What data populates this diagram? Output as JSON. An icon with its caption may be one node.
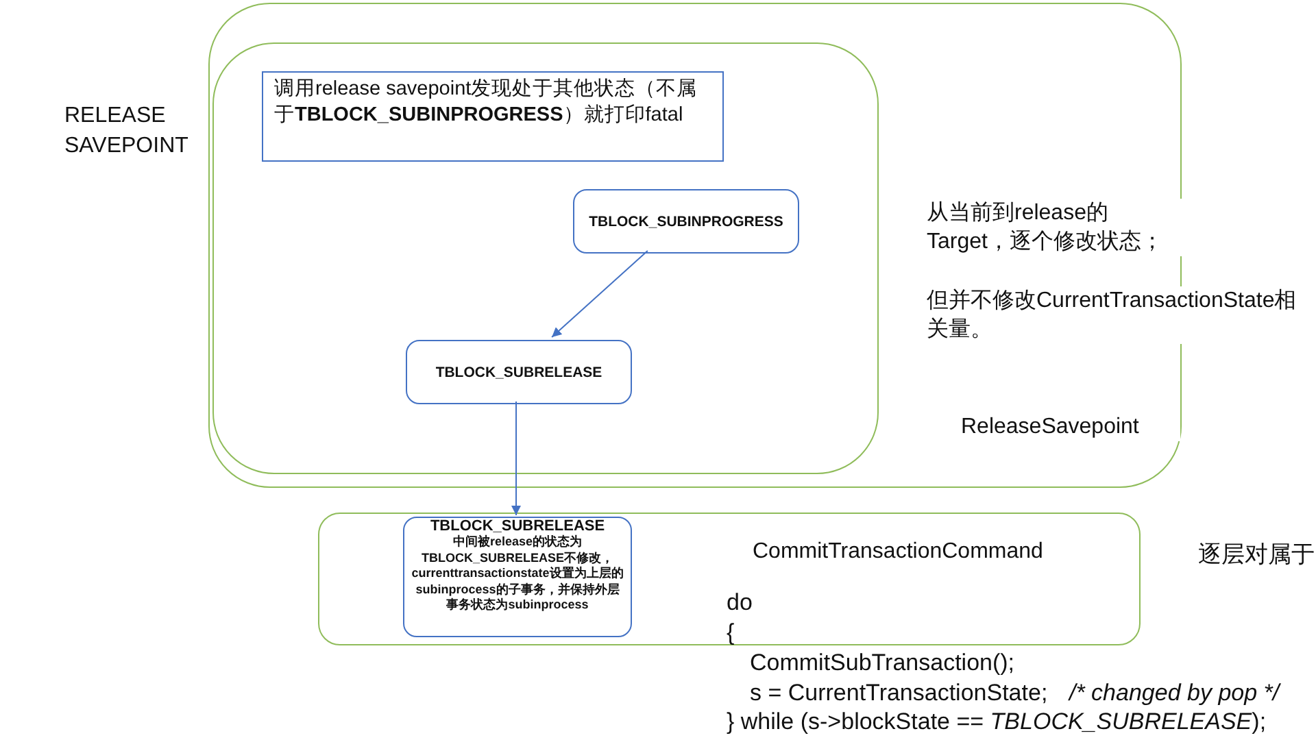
{
  "diagram": {
    "nodes": [
      {
        "text": [
          "从当前到release的Target，逐个修改状态；",
          "但并不修改CurrentTransactionState相关量。",
          "ReleaseSavepoint"
        ]
      },
      {
        "text": [],
        "shape": "box",
        "in": 0
      },
      {
        "text": [
          "调用release savepoint发现处于其他状态（不属于**TBLOCK_SUBINPROGRESS**）就打印fatal"
        ],
        "in": 1
      },
      {
        "text": [
          "TBLOCK_SUBINPROGRESS"
        ],
        "in": 1
      },
      {
        "text": [
          "TBLOCK_SUBRELEASE"
        ],
        "in": 1
      },
      {
        "text": [
          "CommitTransactionCommand"
        ]
      },
      {
        "text": [
          "TBLOCK_SUBRELEASE",
          "中间被release的状态为TBLOCK_SUBRELEASE不修改，currenttransactionstate设置为上层的subinprocess的子事务，并保持外层事务状态为subinprocess"
        ],
        "in": 5
      }
    ],
    "edges": [
      {
        "from": 3,
        "to": 4,
        "arrow": "to",
        "color": "#4472c4"
      },
      {
        "from": 4,
        "to": 6,
        "arrow": "to",
        "color": "#4472c4"
      }
    ],
    "labels": [
      "RELEASE SAVEPOINT",
      "逐层对属于",
      "do",
      "{",
      "CommitSubTransaction();",
      "s = CurrentTransactionState;",
      "/* changed by pop */",
      "} while (s->blockState == *TBLOCK_SUBRELEASE*);"
    ]
  }
}
